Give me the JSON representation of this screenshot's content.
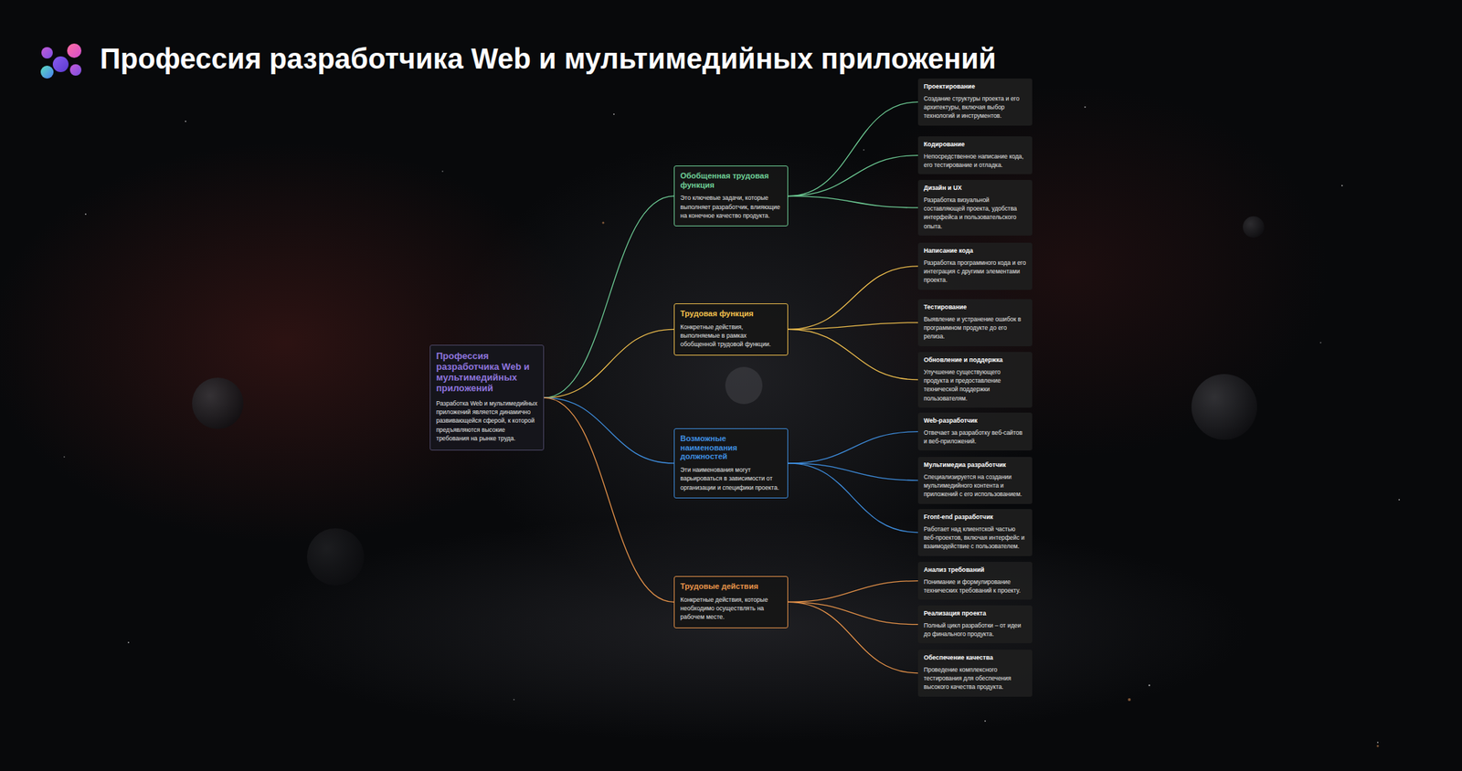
{
  "diagram": {
    "title": "Профессия разработчика Web и мультимедийных приложений",
    "nodes": [
      {
        "text": [
          "Профессия разработчика Web и мультимедийных приложений",
          "Разработка Web и мультимедийных приложений является динамично развивающейся сферой, к которой предъявляются высокие требования на рынке труда."
        ]
      },
      {
        "text": [
          "Обобщенная трудовая функция",
          "Это ключевые задачи, которые выполняет разработчик, влияющие на конечное качество продукта."
        ]
      },
      {
        "text": [
          "Проектирование",
          "Создание структуры проекта и его архитектуры, включая выбор технологий и инструментов."
        ]
      },
      {
        "text": [
          "Кодирование",
          "Непосредственное написание кода, его тестирование и отладка."
        ]
      },
      {
        "text": [
          "Дизайн и UX",
          "Разработка визуальной составляющей проекта, удобства интерфейса и пользовательского опыта."
        ]
      },
      {
        "text": [
          "Трудовая функция",
          "Конкретные действия, выполняемые в рамках обобщенной трудовой функции."
        ]
      },
      {
        "text": [
          "Написание кода",
          "Разработка программного кода и его интеграция с другими элементами проекта."
        ]
      },
      {
        "text": [
          "Тестирование",
          "Выявление и устранение ошибок в программном продукте до его релиза."
        ]
      },
      {
        "text": [
          "Обновление и поддержка",
          "Улучшение существующего продукта и предоставление технической поддержки пользователям."
        ]
      },
      {
        "text": [
          "Возможные наименования должностей",
          "Эти наименования могут варьироваться в зависимости от организации и специфики проекта."
        ]
      },
      {
        "text": [
          "Web-разработчик",
          "Отвечает за разработку веб-сайтов и веб-приложений."
        ]
      },
      {
        "text": [
          "Мультимедиа разработчик",
          "Специализируется на создании мультимедийного контента и приложений с его использованием."
        ]
      },
      {
        "text": [
          "Front-end разработчик",
          "Работает над клиентской частью веб-проектов, включая интерфейс и взаимодействие с пользователем."
        ]
      },
      {
        "text": [
          "Трудовые действия",
          "Конкретные действия, которые необходимо осуществлять на рабочем месте."
        ]
      },
      {
        "text": [
          "Анализ требований",
          "Понимание и формулирование технических требований к проекту."
        ]
      },
      {
        "text": [
          "Реализация проекта",
          "Полный цикл разработки – от идеи до финального продукта."
        ]
      },
      {
        "text": [
          "Обеспечение качества",
          "Проведение комплексного тестирования для обеспечения высокого качества продукта."
        ]
      }
    ],
    "edges": [
      {
        "from": 0,
        "to": 1,
        "arrow": "none"
      },
      {
        "from": 0,
        "to": 5,
        "arrow": "none"
      },
      {
        "from": 0,
        "to": 9,
        "arrow": "none"
      },
      {
        "from": 0,
        "to": 13,
        "arrow": "none"
      },
      {
        "from": 1,
        "to": 2,
        "arrow": "none"
      },
      {
        "from": 1,
        "to": 3,
        "arrow": "none"
      },
      {
        "from": 1,
        "to": 4,
        "arrow": "none"
      },
      {
        "from": 5,
        "to": 6,
        "arrow": "none"
      },
      {
        "from": 5,
        "to": 7,
        "arrow": "none"
      },
      {
        "from": 5,
        "to": 8,
        "arrow": "none"
      },
      {
        "from": 9,
        "to": 10,
        "arrow": "none"
      },
      {
        "from": 9,
        "to": 11,
        "arrow": "none"
      },
      {
        "from": 9,
        "to": 12,
        "arrow": "none"
      },
      {
        "from": 13,
        "to": 14,
        "arrow": "none"
      },
      {
        "from": 13,
        "to": 15,
        "arrow": "none"
      },
      {
        "from": 13,
        "to": 16,
        "arrow": "none"
      }
    ]
  }
}
